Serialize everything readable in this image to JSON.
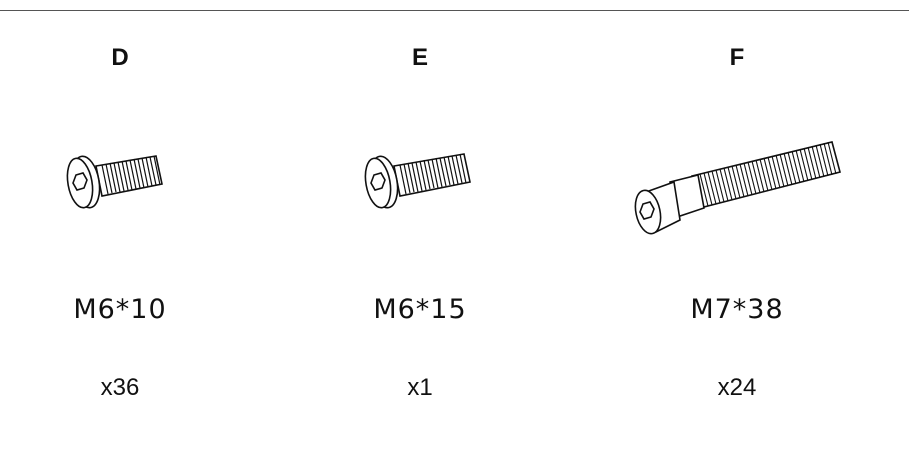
{
  "parts": [
    {
      "letter": "D",
      "spec": "M6*10",
      "quantity": "x36",
      "icon": "short-hex-bolt-icon"
    },
    {
      "letter": "E",
      "spec": "M6*15",
      "quantity": "x1",
      "icon": "short-hex-bolt-icon"
    },
    {
      "letter": "F",
      "spec": "M7*38",
      "quantity": "x24",
      "icon": "long-hex-bolt-icon"
    }
  ]
}
